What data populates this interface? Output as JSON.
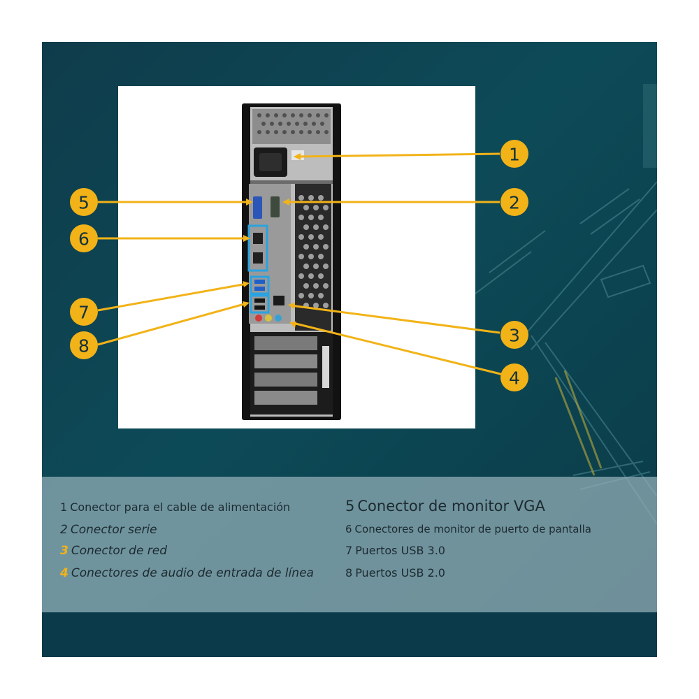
{
  "colors": {
    "background": "#0e4453",
    "accent_yellow": "#f2b318",
    "port_highlight": "#2aa3e0",
    "legend_band": "#9bb4bb",
    "legend_text": "#1d2a30"
  },
  "callouts": [
    "1",
    "2",
    "3",
    "4",
    "5",
    "6",
    "7",
    "8"
  ],
  "legend": {
    "left": [
      {
        "num": "1",
        "text": "Conector para el cable de alimentación"
      },
      {
        "num": "2",
        "text": "Conector serie"
      },
      {
        "num": "3",
        "text": "Conector de red"
      },
      {
        "num": "4",
        "text": "Conectores de audio de entrada de línea"
      }
    ],
    "right": [
      {
        "num": "5",
        "text": "Conector de monitor VGA"
      },
      {
        "num": "6",
        "text": "Conectores de monitor de puerto de pantalla"
      },
      {
        "num": "7",
        "text": "Puertos USB 3.0"
      },
      {
        "num": "8",
        "text": "Puertos USB 2.0"
      }
    ]
  }
}
